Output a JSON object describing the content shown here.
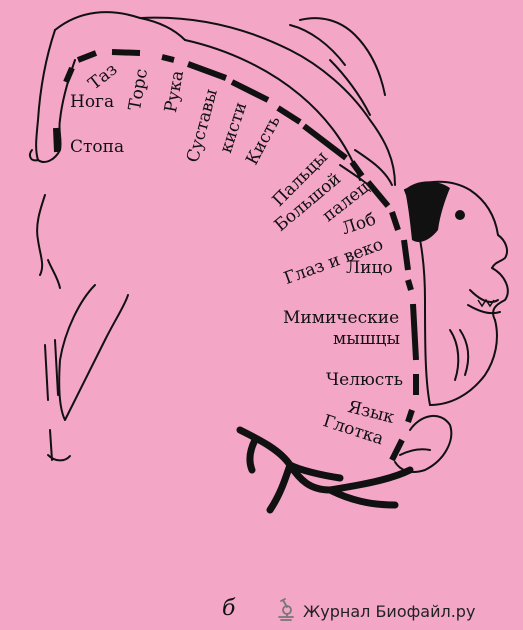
{
  "labels": {
    "taz": "Таз",
    "noga": "Нога",
    "stopa": "Стопа",
    "tors": "Торс",
    "ruka": "Рука",
    "sustavy": "Суставы",
    "kisti": "кисти",
    "kist": "Кисть",
    "paltsy": "Пальцы",
    "bolshoy": "Большой",
    "palets": "палец",
    "lob": "Лоб",
    "glaz": "Глаз и веко",
    "litso": "Лицо",
    "mimicheskie": "Мимические",
    "myshtsy": "мышцы",
    "chelyust": "Челюсть",
    "yazyk": "Язык",
    "glotka": "Глотка"
  },
  "figure_letter": "б",
  "watermark": {
    "text": "Журнал Биофайл.ру",
    "icon": "microscope-icon"
  },
  "colors": {
    "background": "#f4a6c6",
    "ink": "#111111"
  }
}
